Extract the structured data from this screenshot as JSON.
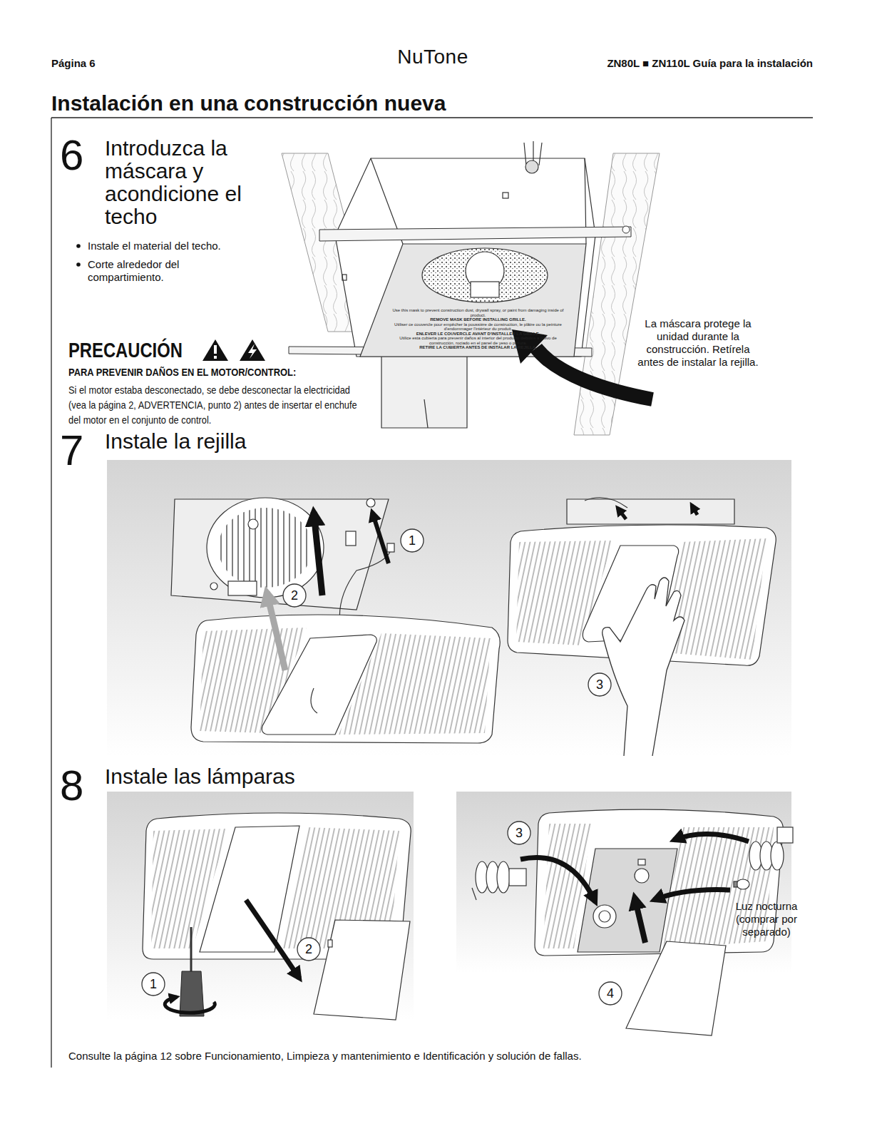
{
  "diagram": {
    "title": "Instalación en una construcción nueva",
    "caption": "Consulte la página 12 sobre Funcionamiento, Limpieza y mantenimiento e Identificación y solución de fallas.",
    "labels": [
      "Página 6",
      "NuTone",
      "ZN80L ■ ZN110L Guía para la instalación",
      "6",
      "Introduzca la máscara y acondicione el techo",
      "Instale el material del techo.",
      "Corte alrededor del compartimiento.",
      "PRECAUCIÓN",
      "PARA PREVENIR DAÑOS EN EL MOTOR/CONTROL:",
      "Si el motor estaba desconectado, se debe desconectar la electricidad (vea la página 2, ADVERTENCIA, punto 2) antes de insertar el enchufe del motor en el conjunto de control.",
      "La máscara protege la unidad durante la construcción. Retírela antes de instalar la rejilla.",
      "Use this mask to prevent construction dust, drywall spray, or paint from damaging inside of product.",
      "REMOVE MASK BEFORE INSTALLING GRILLE.",
      "Utiliser ce couvercle pour empêcher la poussière de construction, le plâtre ou la peinture d'endommager l'intérieur du produit.",
      "ENLEVER LE COUVERCLE AVANT D'INSTALLER LA GRILLE.",
      "Utilice esta cubierta para prevenir daños al interior del producto debidos a polvo de construcción, rociado en el panel de yeso o pintura.",
      "RETIRE LA CUBIERTA ANTES DE INSTALAR LA REJILLA.",
      "7",
      "Instale la rejilla",
      "1",
      "2",
      "3",
      "8",
      "Instale las lámparas",
      "1",
      "2",
      "3",
      "4",
      "Luz nocturna (comprar por separado)"
    ]
  }
}
